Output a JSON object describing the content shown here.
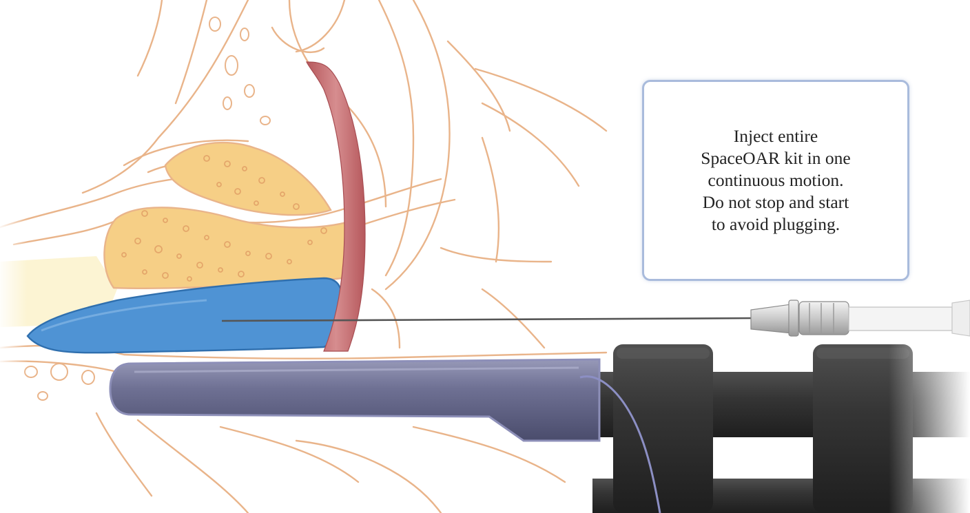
{
  "callout": {
    "lines": [
      "Inject entire",
      "SpaceOAR kit in one",
      "continuous motion.",
      "Do not stop and start",
      "to avoid plugging."
    ],
    "border_color": "#a9bbdc"
  },
  "colors": {
    "anatomy_outline": "#e9b48a",
    "gland_fill": "#f6cf86",
    "spacer_fill": "#4f93d4",
    "urethra_fill": "#cd7f80",
    "probe_fill": "#6b6d90",
    "stepper_fill": "#2e2e2e",
    "needle": "#555555"
  },
  "icons": [
    "needle-icon",
    "ultrasound-probe-icon",
    "stepper-holder-icon"
  ]
}
